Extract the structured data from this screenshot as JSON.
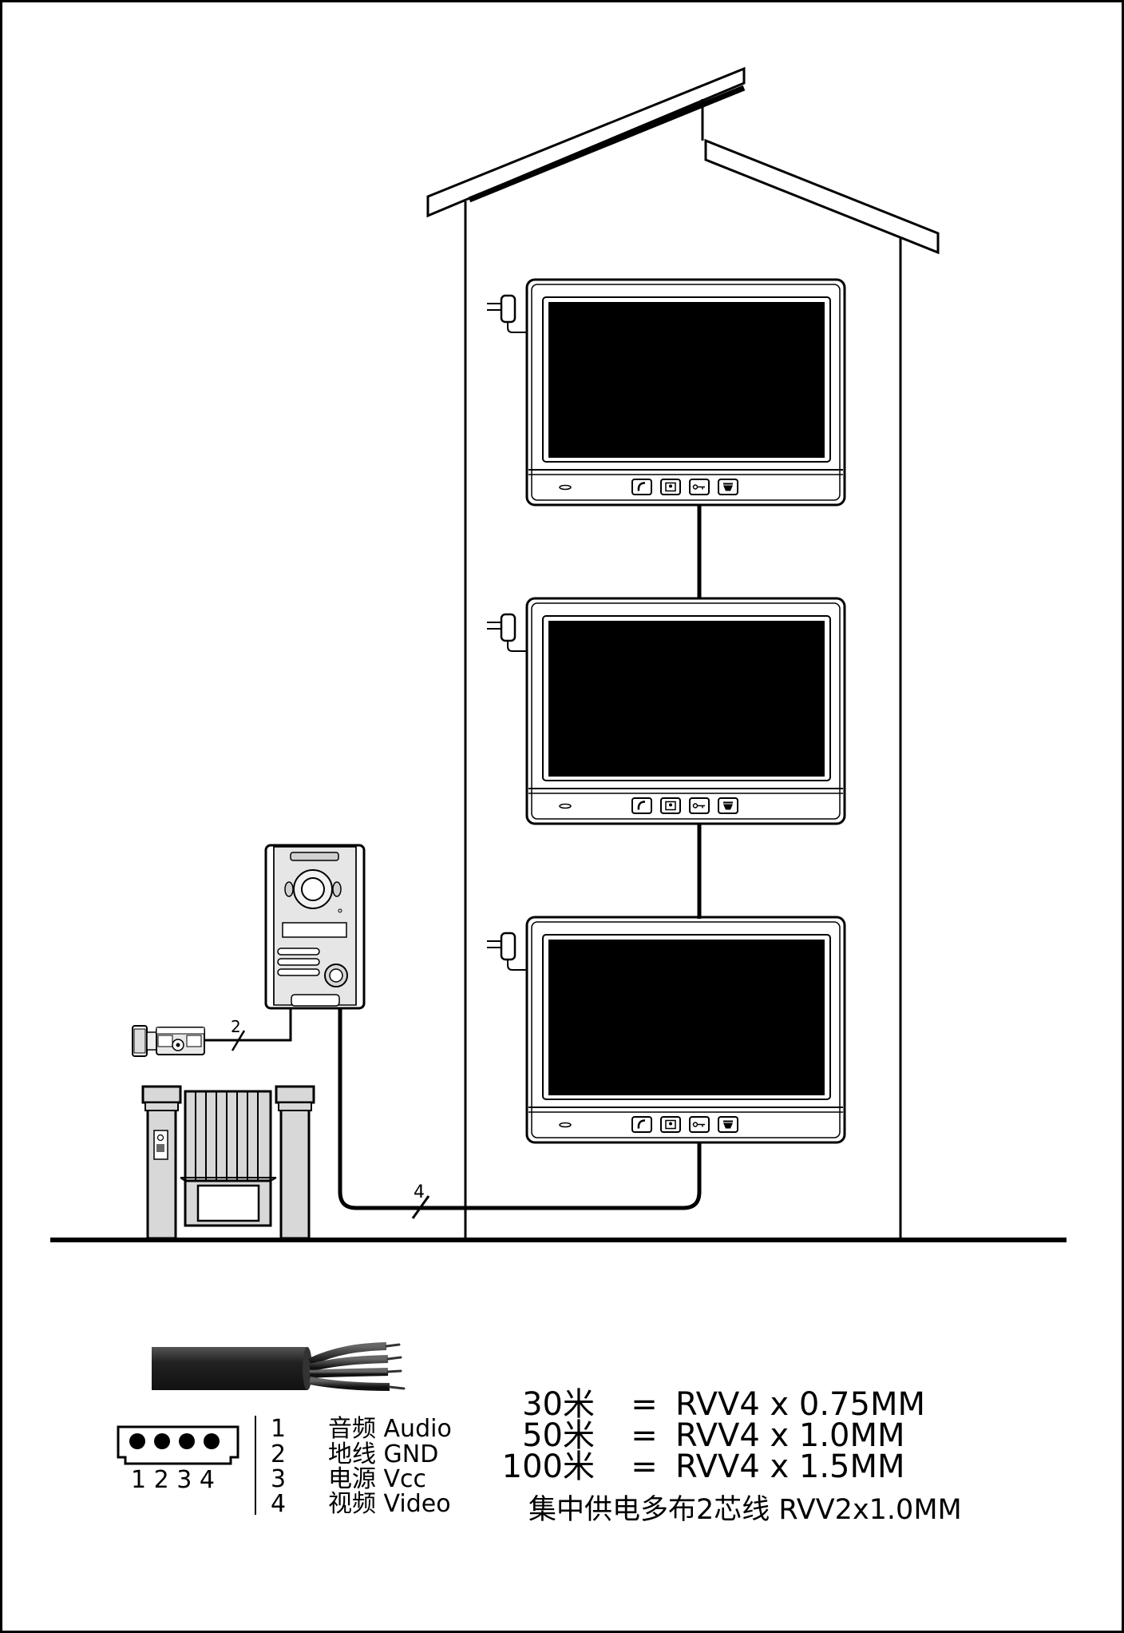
{
  "cable_labels": {
    "lock_wires": "2",
    "main_wires": "4"
  },
  "connector": {
    "pin_numbers": "1 2 3 4"
  },
  "pins": [
    {
      "num": "1",
      "name": "音频 Audio"
    },
    {
      "num": "2",
      "name": "地线 GND"
    },
    {
      "num": "3",
      "name": "电源 Vcc"
    },
    {
      "num": "4",
      "name": "视频 Video"
    }
  ],
  "specs": [
    {
      "distance": "30米",
      "eq": "=",
      "cable": "RVV4 x 0.75MM"
    },
    {
      "distance": "50米",
      "eq": "=",
      "cable": "RVV4 x 1.0MM"
    },
    {
      "distance": "100米",
      "eq": "=",
      "cable": "RVV4 x 1.5MM"
    }
  ],
  "power_note": "集中供电多布2芯线 RVV2x1.0MM",
  "monitor_count": 3
}
